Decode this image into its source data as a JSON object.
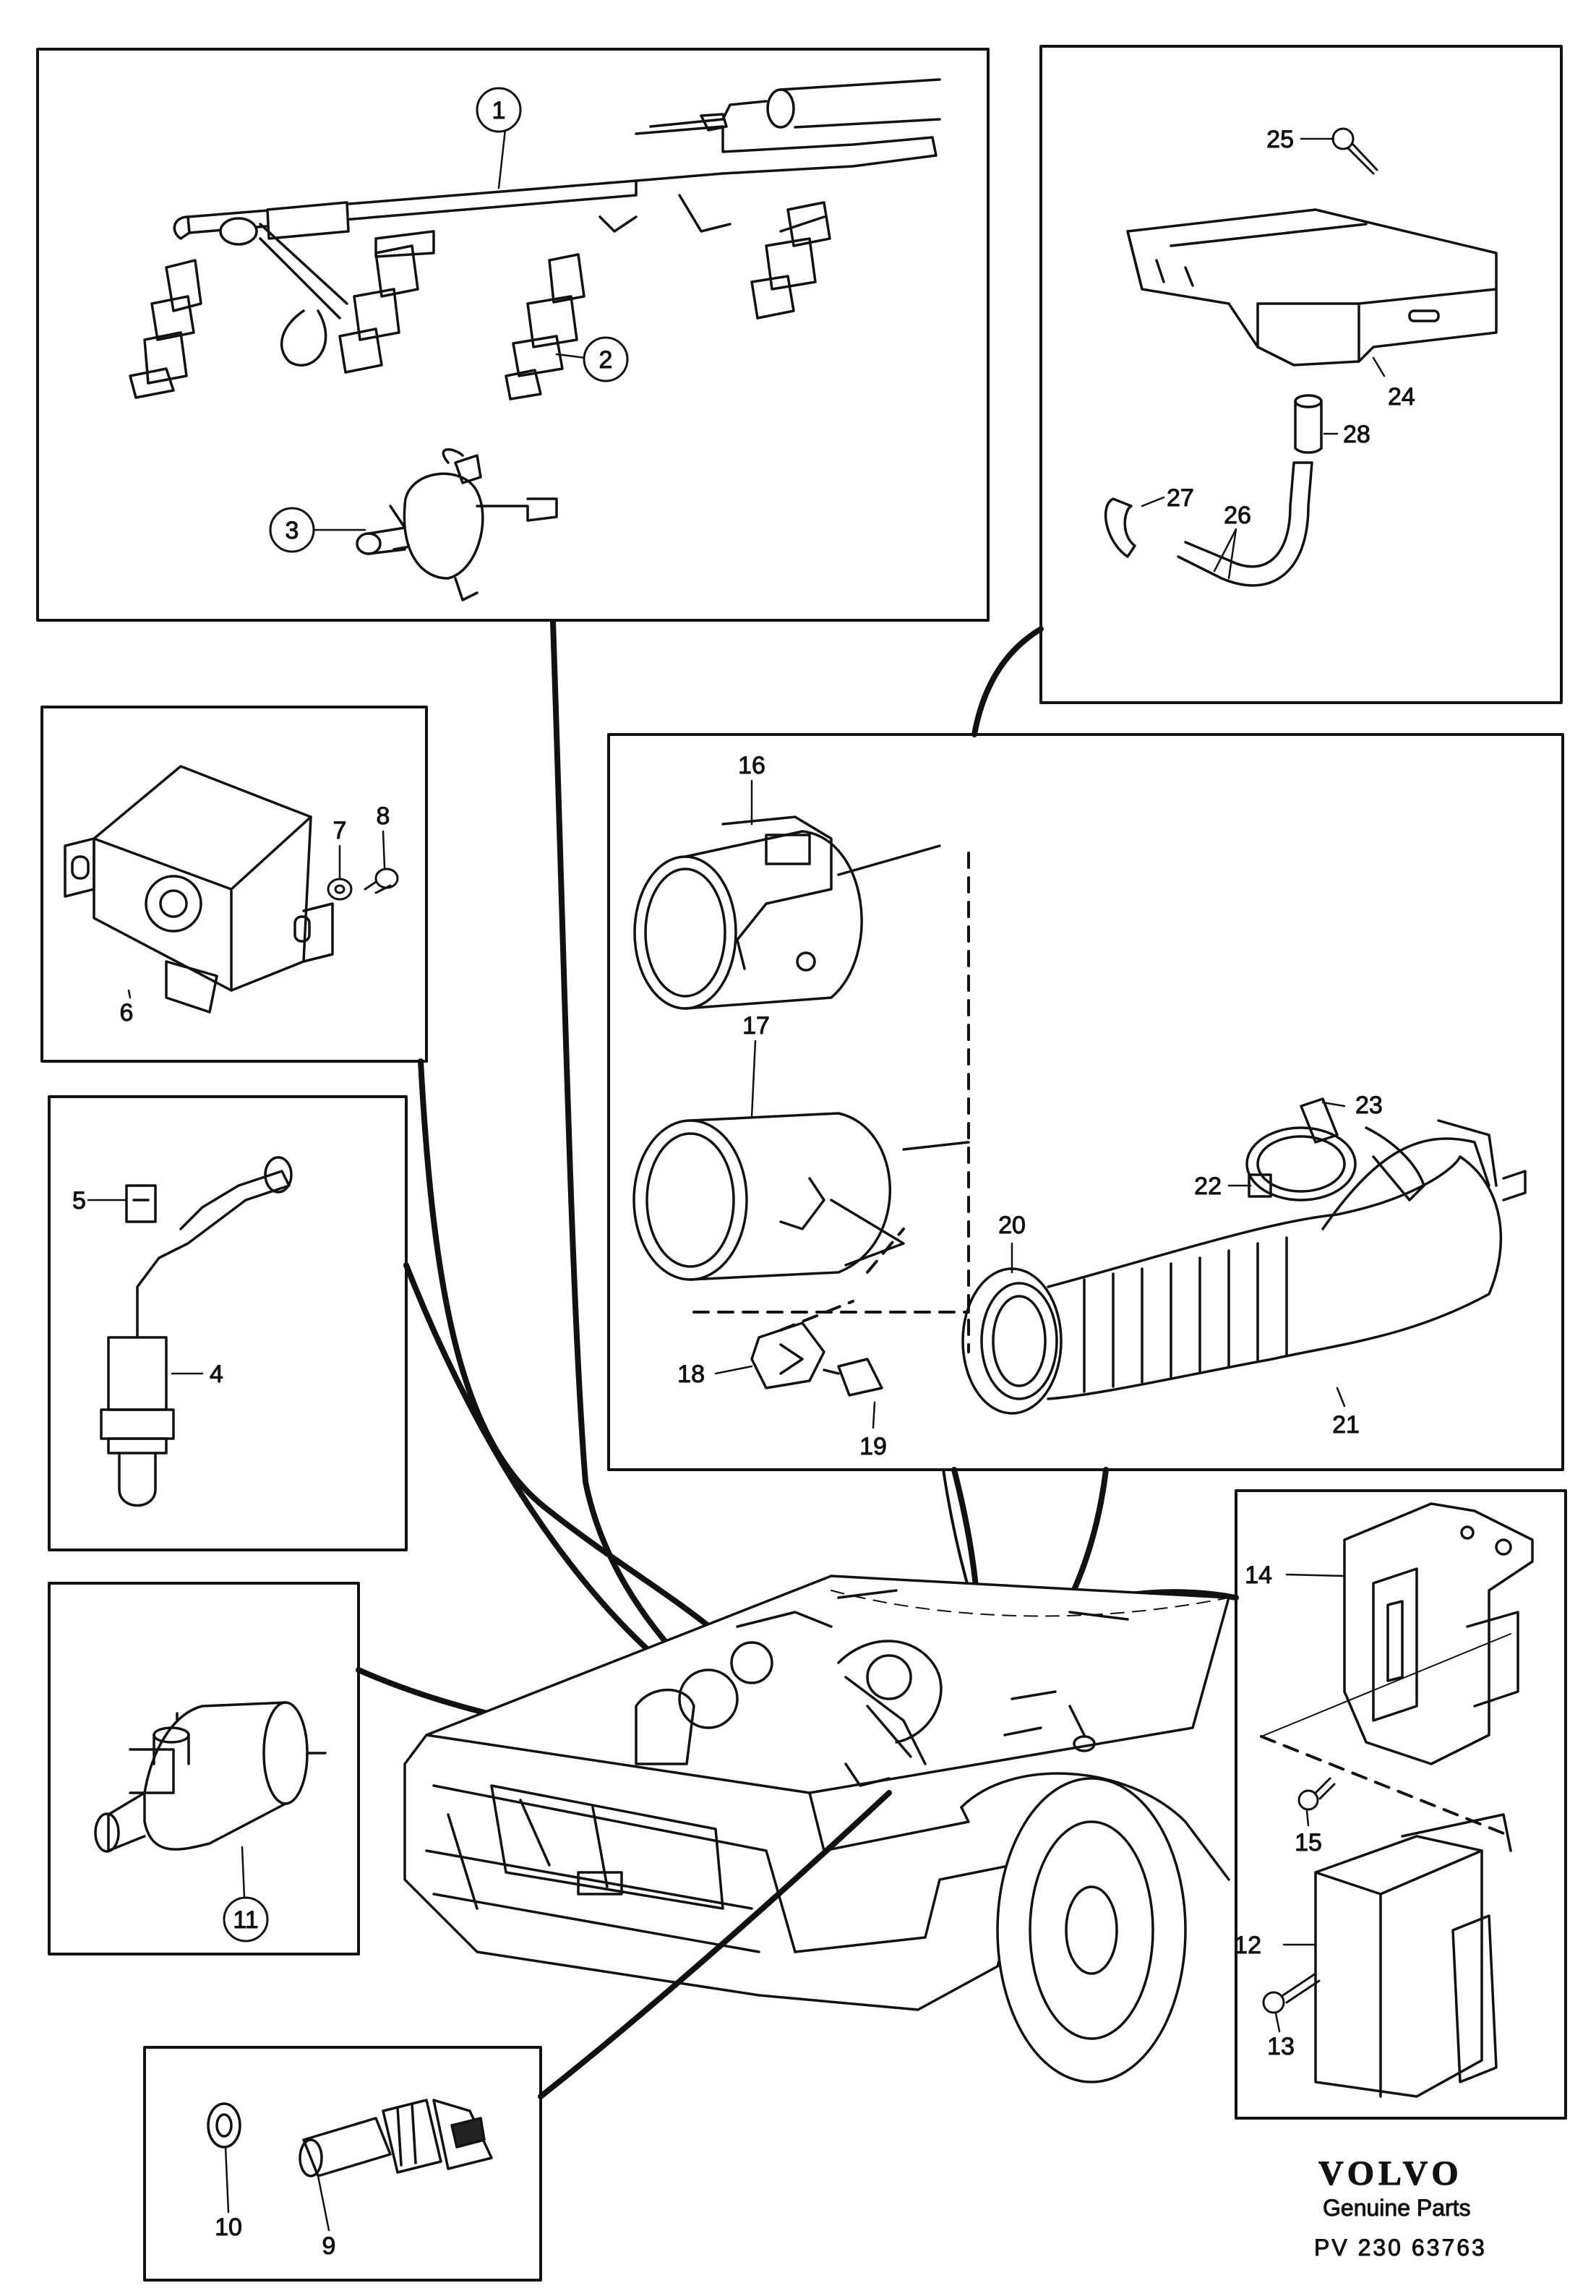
{
  "parts": {
    "p1": "1",
    "p2": "2",
    "p3": "3",
    "p4": "4",
    "p5": "5",
    "p6": "6",
    "p7": "7",
    "p8": "8",
    "p9": "9",
    "p10": "10",
    "p11": "11",
    "p12": "12",
    "p13": "13",
    "p14": "14",
    "p15": "15",
    "p16": "16",
    "p17": "17",
    "p18": "18",
    "p19": "19",
    "p20": "20",
    "p21": "21",
    "p22": "22",
    "p23": "23",
    "p24": "24",
    "p25": "25",
    "p26": "26",
    "p27": "27",
    "p28": "28"
  },
  "footer": {
    "brand": "VOLVO",
    "subtitle": "Genuine Parts",
    "reference": "PV  230  63763"
  }
}
